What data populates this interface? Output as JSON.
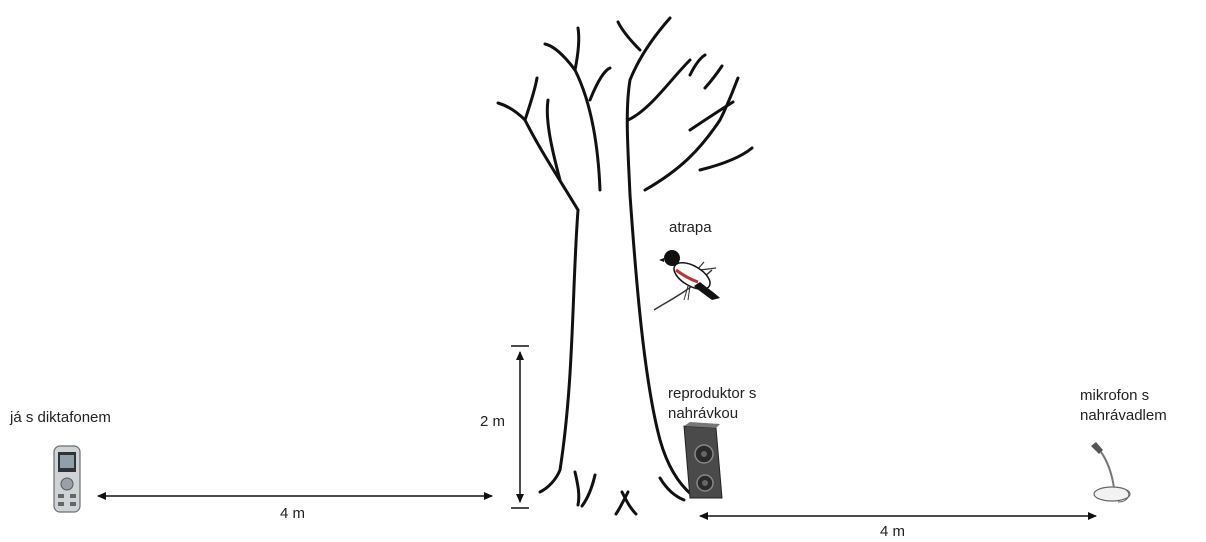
{
  "labels": {
    "me_with_recorder": "já s diktafonem",
    "dummy": "atrapa",
    "speaker_line1": "reproduktor s",
    "speaker_line2": "nahrávkou",
    "mic_line1": "mikrofon s",
    "mic_line2": "nahrávadlem"
  },
  "dimensions": {
    "height": "2 m",
    "left_distance": "4 m",
    "right_distance": "4 m"
  },
  "icons": [
    "voice-recorder-icon",
    "bird-dummy-icon",
    "speaker-icon",
    "microphone-icon",
    "tree-illustration"
  ]
}
